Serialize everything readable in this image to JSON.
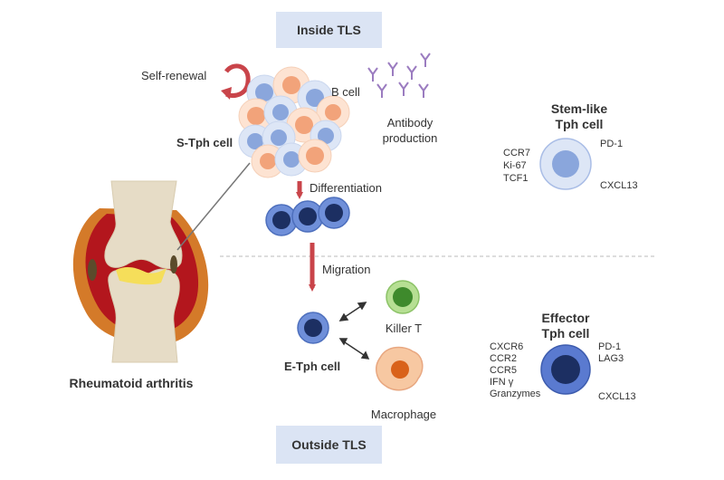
{
  "header": {
    "inside_label": "Inside TLS",
    "outside_label": "Outside TLS"
  },
  "labels": {
    "self_renewal": "Self-renewal",
    "b_cell": "B cell",
    "antibody_line1": "Antibody",
    "antibody_line2": "production",
    "s_tph": "S-Tph cell",
    "differentiation": "Differentiation",
    "migration": "Migration",
    "killer_t": "Killer T",
    "macrophage": "Macrophage",
    "e_tph": "E-Tph cell",
    "ra": "Rheumatoid arthritis"
  },
  "stem_like": {
    "title_line1": "Stem-like",
    "title_line2": "Tph cell",
    "left_markers": [
      "CCR7",
      "Ki-67",
      "TCF1"
    ],
    "right_top": "PD-1",
    "right_bottom": "CXCL13"
  },
  "effector": {
    "title_line1": "Effector",
    "title_line2": "Tph cell",
    "left_markers": [
      "CXCR6",
      "CCR2",
      "CCR5",
      "IFN γ",
      "Granzymes"
    ],
    "right_top": [
      "PD-1",
      "LAG3"
    ],
    "right_bottom": "CXCL13"
  },
  "colors": {
    "arrow_red": "#c9444a",
    "box_fill": "#dbe4f4",
    "cell_light_outer": "#dde6f6",
    "cell_blue_nucleus": "#8aa6dc",
    "cell_orange_nucleus": "#f2a37a",
    "effector_outer": "#5a7ad0",
    "effector_nucleus": "#1c2f62",
    "killer_t_outer": "#b6df93",
    "killer_t_nucleus": "#3e8a2c",
    "macrophage_body": "#f7c8a2",
    "macrophage_nucleus": "#d9621a",
    "antibody": "#9b7cc0"
  }
}
